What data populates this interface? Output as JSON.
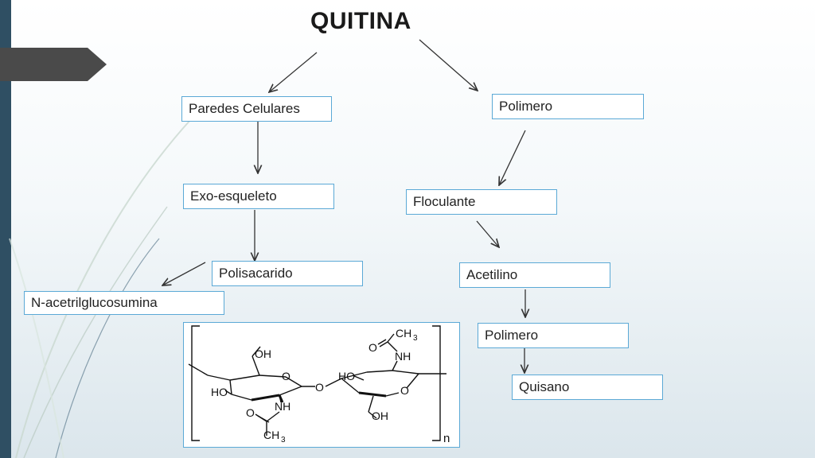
{
  "diagram": {
    "title": "QUITINA",
    "nodes": {
      "paredes_celulares": "Paredes Celulares",
      "exo_esqueleto": "Exo-esqueleto",
      "polisacarido": "Polisacarido",
      "n_acetilglucosumina": "N-acetrilglucosumina",
      "polimero_1": "Polimero",
      "floculante": "Floculante",
      "acetilino": "Acetilino",
      "polimero_2": "Polimero",
      "quisano": "Quisano"
    },
    "molecule": {
      "labels": {
        "oh_top": "OH",
        "o_ring_left": "O",
        "ho_left": "HO",
        "nh_bottom": "NH",
        "o_bridge": "O",
        "ho_right": "HO",
        "o_ring_right": "O",
        "nh_top": "NH",
        "oh_bottom": "OH",
        "o_carbonyl_top": "O",
        "ch_top": "CH",
        "sub3_top": "3",
        "o_carbonyl_bottom": "O",
        "ch_bottom": "CH",
        "sub3_bottom": "3",
        "repeat_n": "n"
      }
    }
  },
  "colors": {
    "node_border": "#5ba9d6",
    "sidebar": "#2f4f63",
    "arrow": "#333333"
  }
}
